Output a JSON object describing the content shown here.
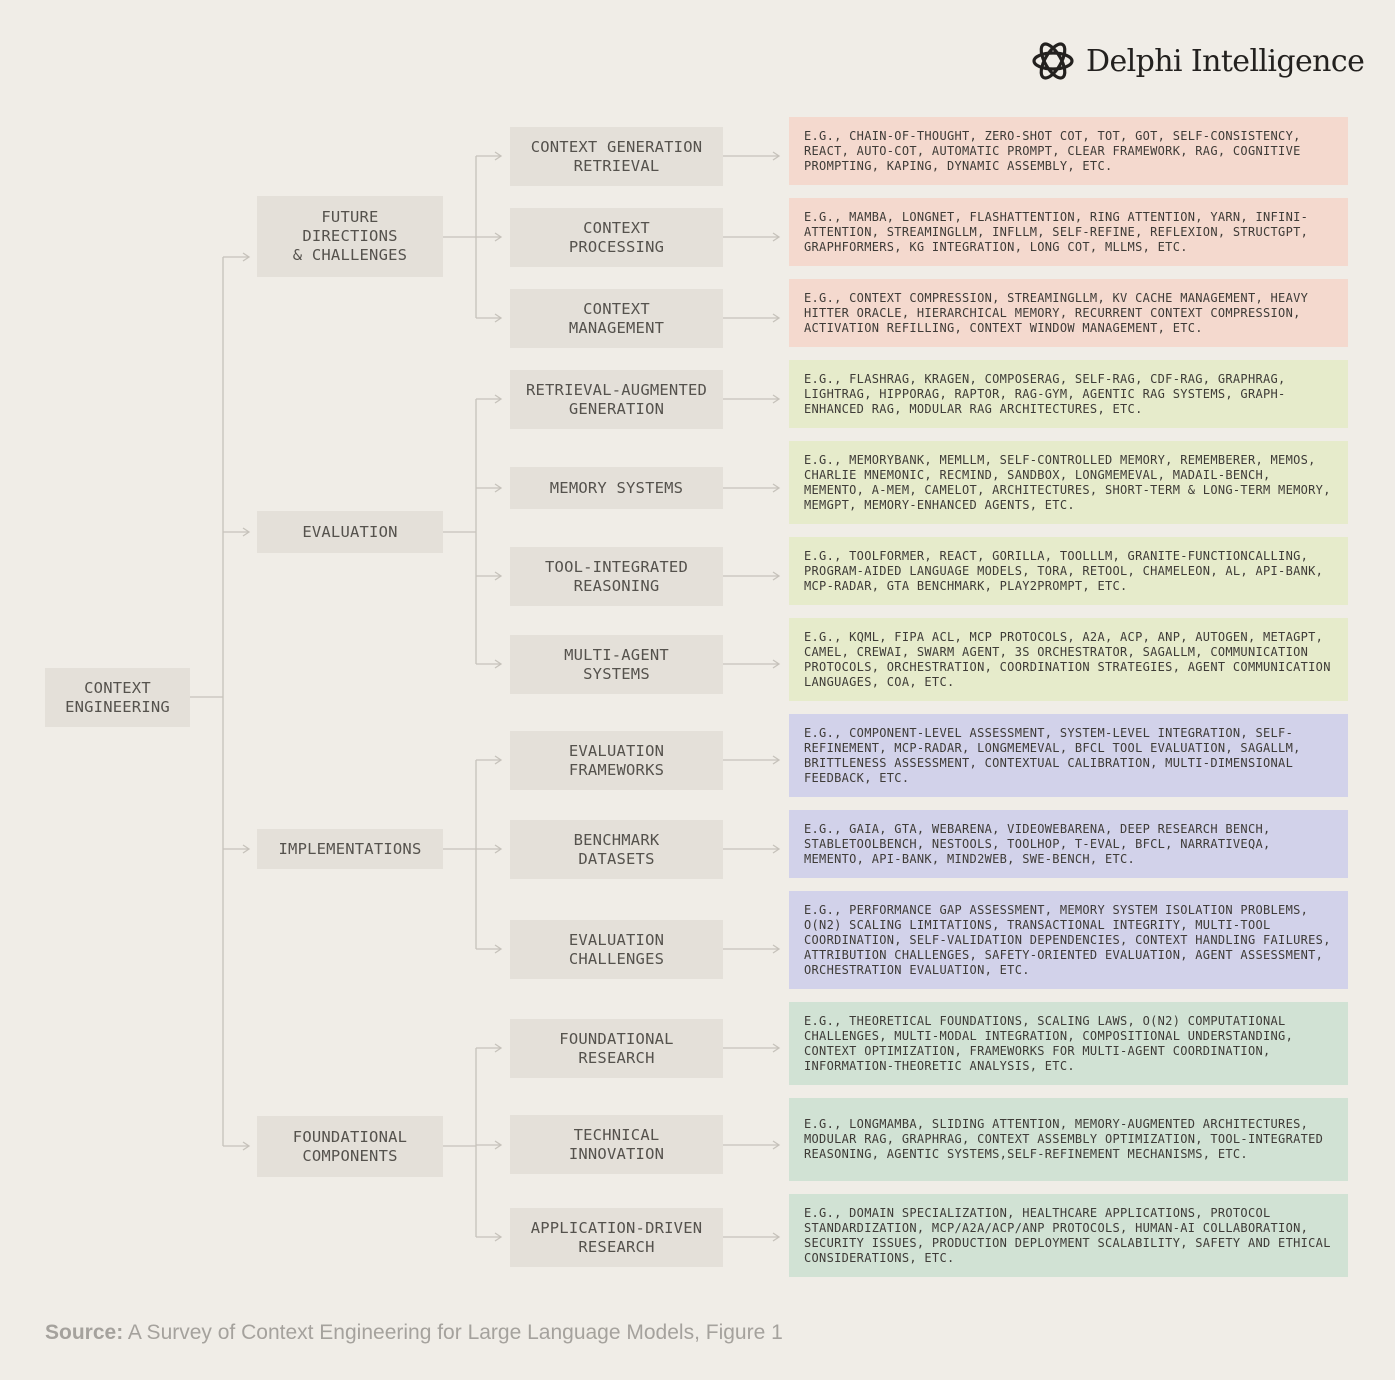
{
  "brand": {
    "name": "Delphi Intelligence",
    "icon": "knot-logo-icon"
  },
  "source": {
    "label": "Source:",
    "text": "A Survey of Context Engineering for Large Language Models, Figure 1"
  },
  "colors": {
    "background": "#f0ede7",
    "node": "#e4e0d9",
    "line": "#c6c2bb",
    "red": "#f4d9ce",
    "yellow": "#e6ebcb",
    "purple": "#d2d2ea",
    "green": "#d1e2d4"
  },
  "tree": {
    "root": "CONTEXT\nENGINEERING",
    "categories": [
      {
        "label": "FUTURE\nDIRECTIONS\n& CHALLENGES",
        "color": "red",
        "children": [
          {
            "label": "CONTEXT GENERATION\nRETRIEVAL",
            "examples": "E.G., CHAIN-OF-THOUGHT, ZERO-SHOT COT, TOT, GOT, SELF-CONSISTENCY, REACT, AUTO-COT, AUTOMATIC PROMPT, CLEAR FRAMEWORK, RAG, COGNITIVE PROMPTING, KAPING, DYNAMIC ASSEMBLY, ETC."
          },
          {
            "label": "CONTEXT\nPROCESSING",
            "examples": "E.G., MAMBA, LONGNET, FLASHATTENTION, RING ATTENTION, YARN, INFINI-ATTENTION, STREAMINGLLM, INFLLM, SELF-REFINE, REFLEXION, STRUCTGPT, GRAPHFORMERS, KG INTEGRATION, LONG COT, MLLMS, ETC."
          },
          {
            "label": "CONTEXT\nMANAGEMENT",
            "examples": "E.G., CONTEXT COMPRESSION, STREAMINGLLM, KV CACHE MANAGEMENT, HEAVY HITTER ORACLE, HIERARCHICAL MEMORY, RECURRENT CONTEXT COMPRESSION, ACTIVATION REFILLING, CONTEXT WINDOW MANAGEMENT, ETC."
          }
        ]
      },
      {
        "label": "EVALUATION",
        "color": "yellow",
        "children": [
          {
            "label": "RETRIEVAL-AUGMENTED\nGENERATION",
            "examples": "E.G., FLASHRAG, KRAGEN, COMPOSERAG, SELF-RAG, CDF-RAG, GRAPHRAG, LIGHTRAG, HIPPORAG, RAPTOR, RAG-GYM, AGENTIC RAG SYSTEMS, GRAPH-ENHANCED RAG, MODULAR RAG ARCHITECTURES, ETC."
          },
          {
            "label": "MEMORY SYSTEMS",
            "examples": "E.G., MEMORYBANK, MEMLLM, SELF-CONTROLLED MEMORY, REMEMBERER, MEMOS, CHARLIE MNEMONIC, RECMIND, SANDBOX, LONGMEMEVAL, MADAIL-BENCH, MEMENTO, A-MEM, CAMELOT, ARCHITECTURES, SHORT-TERM & LONG-TERM MEMORY, MEMGPT, MEMORY-ENHANCED AGENTS, ETC."
          },
          {
            "label": "TOOL-INTEGRATED\nREASONING",
            "examples": "E.G., TOOLFORMER, REACT, GORILLA, TOOLLLM, GRANITE-FUNCTIONCALLING, PROGRAM-AIDED LANGUAGE MODELS, TORA, RETOOL, CHAMELEON, AL, API-BANK, MCP-RADAR, GTA BENCHMARK, PLAY2PROMPT, ETC."
          },
          {
            "label": "MULTI-AGENT\nSYSTEMS",
            "examples": "E.G., KQML, FIPA ACL, MCP PROTOCOLS, A2A, ACP, ANP, AUTOGEN, METAGPT, CAMEL, CREWAI, SWARM AGENT, 3S ORCHESTRATOR, SAGALLM, COMMUNICATION PROTOCOLS, ORCHESTRATION, COORDINATION STRATEGIES, AGENT COMMUNICATION LANGUAGES, COA, ETC."
          }
        ]
      },
      {
        "label": "IMPLEMENTATIONS",
        "color": "purple",
        "children": [
          {
            "label": "EVALUATION\nFRAMEWORKS",
            "examples": "E.G., COMPONENT-LEVEL ASSESSMENT, SYSTEM-LEVEL INTEGRATION, SELF-REFINEMENT, MCP-RADAR, LONGMEMEVAL, BFCL TOOL EVALUATION, SAGALLM, BRITTLENESS ASSESSMENT, CONTEXTUAL CALIBRATION, MULTI-DIMENSIONAL FEEDBACK, ETC."
          },
          {
            "label": "BENCHMARK\nDATASETS",
            "examples": "E.G., GAIA, GTA, WEBARENA, VIDEOWEBARENA, DEEP RESEARCH BENCH, STABLETOOLBENCH, NESTOOLS, TOOLHOP, T-EVAL, BFCL, NARRATIVEQA, MEMENTO, API-BANK, MIND2WEB, SWE-BENCH, ETC."
          },
          {
            "label": "EVALUATION\nCHALLENGES",
            "examples": "E.G., PERFORMANCE GAP ASSESSMENT, MEMORY SYSTEM ISOLATION PROBLEMS, O(N2) SCALING LIMITATIONS, TRANSACTIONAL INTEGRITY, MULTI-TOOL COORDINATION, SELF-VALIDATION DEPENDENCIES, CONTEXT HANDLING FAILURES, ATTRIBUTION CHALLENGES, SAFETY-ORIENTED EVALUATION, AGENT ASSESSMENT, ORCHESTRATION EVALUATION, ETC."
          }
        ]
      },
      {
        "label": "FOUNDATIONAL\nCOMPONENTS",
        "color": "green",
        "children": [
          {
            "label": "FOUNDATIONAL\nRESEARCH",
            "examples": "E.G., THEORETICAL FOUNDATIONS, SCALING LAWS, O(N2) COMPUTATIONAL CHALLENGES, MULTI-MODAL INTEGRATION, COMPOSITIONAL UNDERSTANDING, CONTEXT OPTIMIZATION, FRAMEWORKS FOR MULTI-AGENT COORDINATION, INFORMATION-THEORETIC ANALYSIS, ETC."
          },
          {
            "label": "TECHNICAL\nINNOVATION",
            "examples": "E.G., LONGMAMBA, SLIDING ATTENTION, MEMORY-AUGMENTED ARCHITECTURES, MODULAR RAG, GRAPHRAG, CONTEXT ASSEMBLY OPTIMIZATION, TOOL-INTEGRATED REASONING, AGENTIC SYSTEMS,SELF-REFINEMENT MECHANISMS, ETC."
          },
          {
            "label": "APPLICATION-DRIVEN\nRESEARCH",
            "examples": " E.G., DOMAIN SPECIALIZATION, HEALTHCARE APPLICATIONS, PROTOCOL STANDARDIZATION, MCP/A2A/ACP/ANP PROTOCOLS, HUMAN-AI COLLABORATION, SECURITY ISSUES, PRODUCTION DEPLOYMENT SCALABILITY, SAFETY AND ETHICAL CONSIDERATIONS, ETC."
          }
        ]
      }
    ]
  }
}
